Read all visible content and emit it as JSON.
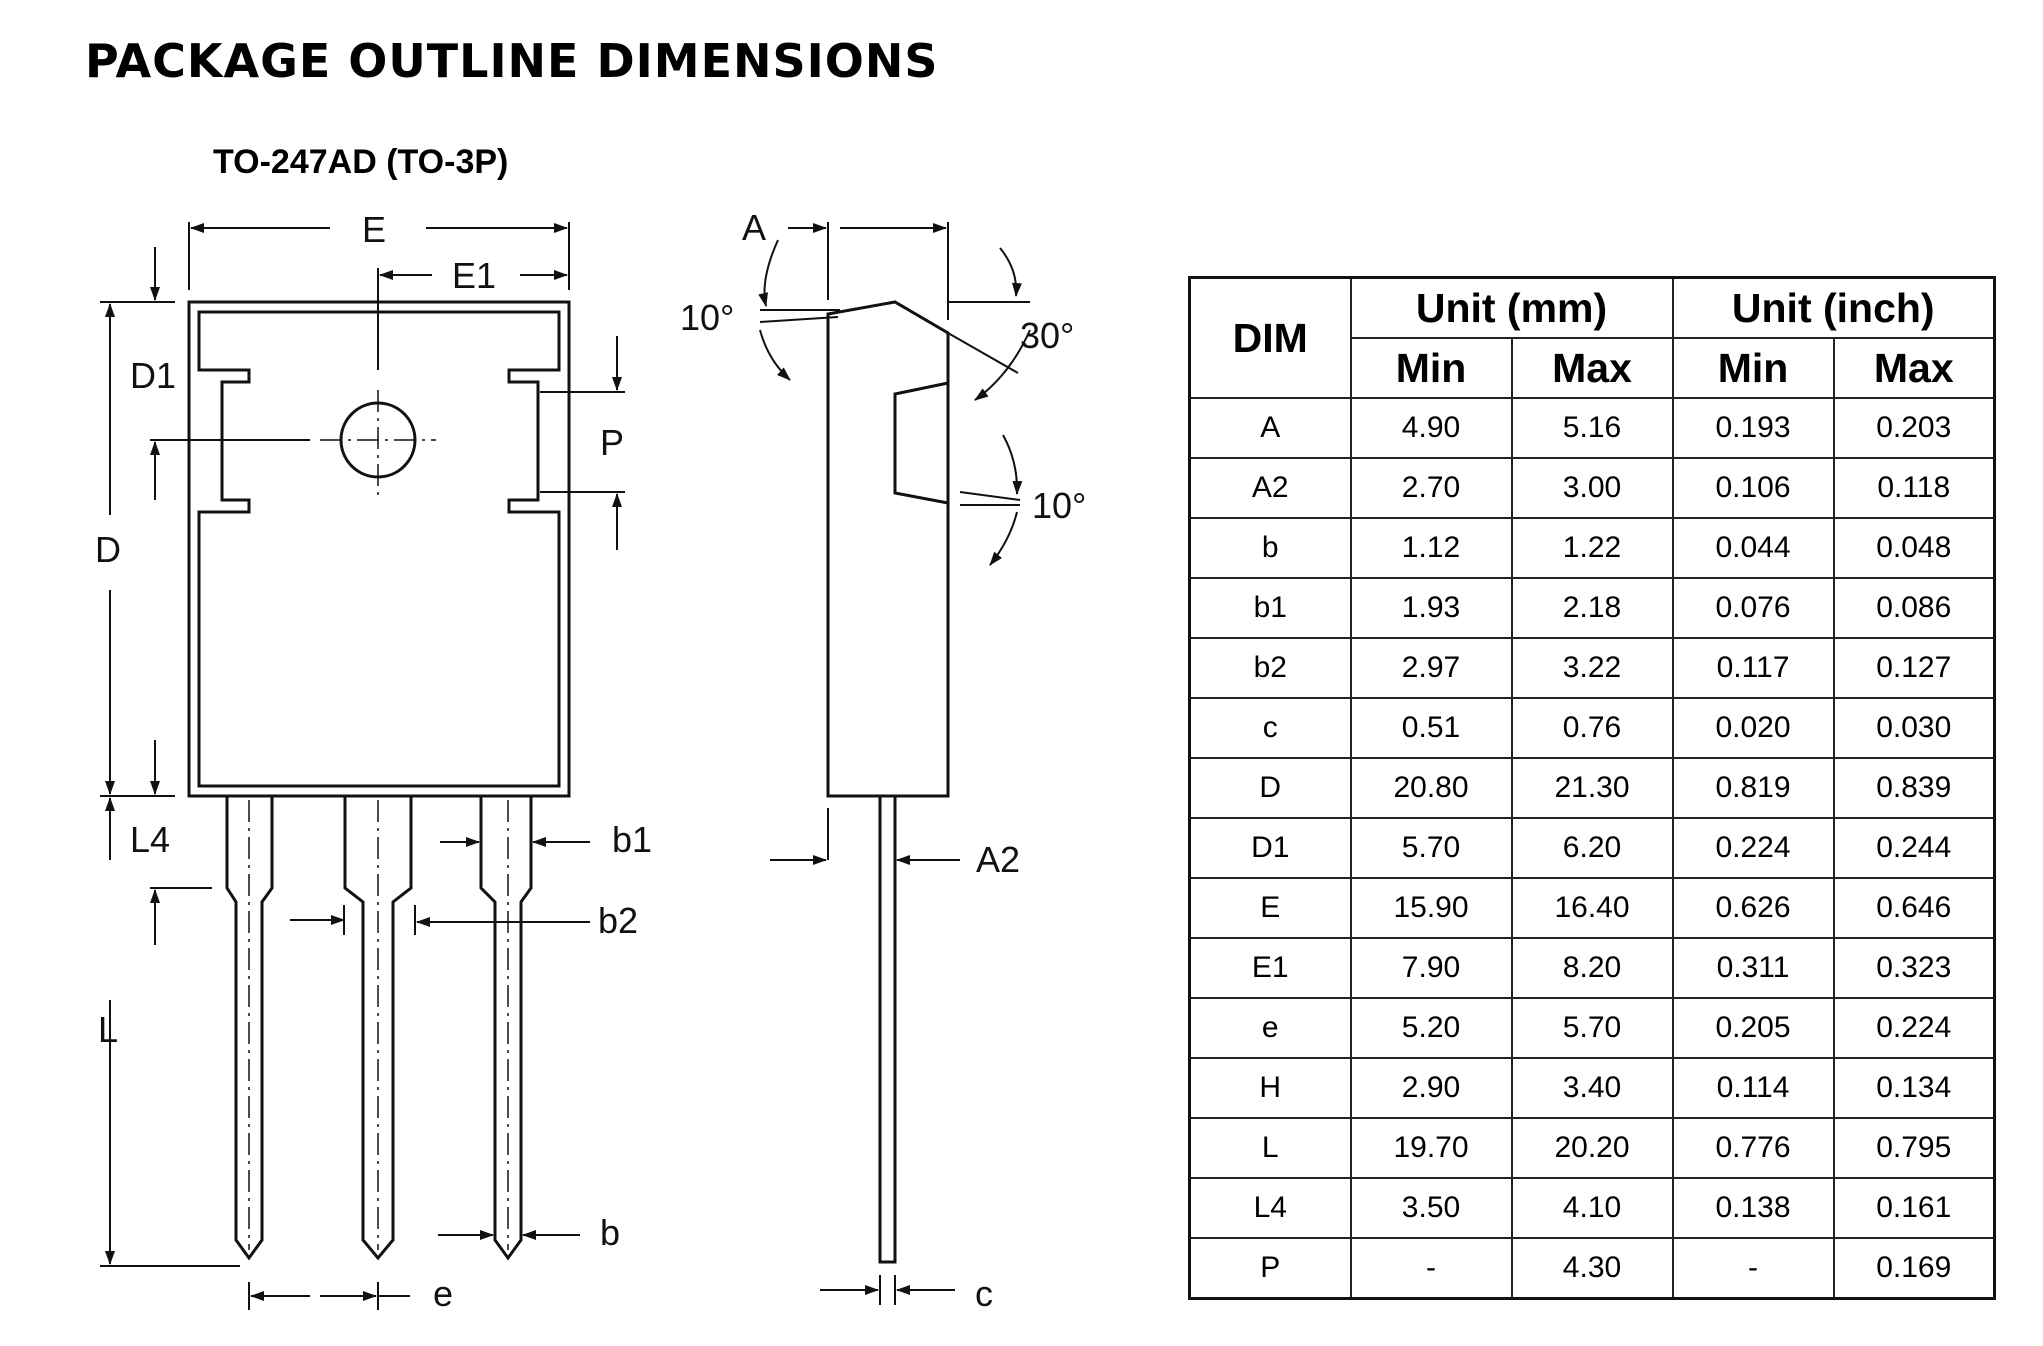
{
  "title": "PACKAGE OUTLINE DIMENSIONS",
  "package": "TO-247AD (TO-3P)",
  "drawing": {
    "front_labels": {
      "E": "E",
      "E1": "E1",
      "D1": "D1",
      "D": "D",
      "P": "P",
      "L4": "L4",
      "L": "L",
      "b1": "b1",
      "b2": "b2",
      "b": "b",
      "e": "e"
    },
    "side_labels": {
      "A": "A",
      "angle_top_left": "10°",
      "angle_top_right": "30°",
      "angle_mid": "10°",
      "A2": "A2",
      "c": "c"
    }
  },
  "table": {
    "header_dim": "DIM",
    "header_mm": "Unit (mm)",
    "header_inch": "Unit (inch)",
    "sub_headers": [
      "Min",
      "Max",
      "Min",
      "Max"
    ],
    "rows": [
      [
        "A",
        "4.90",
        "5.16",
        "0.193",
        "0.203"
      ],
      [
        "A2",
        "2.70",
        "3.00",
        "0.106",
        "0.118"
      ],
      [
        "b",
        "1.12",
        "1.22",
        "0.044",
        "0.048"
      ],
      [
        "b1",
        "1.93",
        "2.18",
        "0.076",
        "0.086"
      ],
      [
        "b2",
        "2.97",
        "3.22",
        "0.117",
        "0.127"
      ],
      [
        "c",
        "0.51",
        "0.76",
        "0.020",
        "0.030"
      ],
      [
        "D",
        "20.80",
        "21.30",
        "0.819",
        "0.839"
      ],
      [
        "D1",
        "5.70",
        "6.20",
        "0.224",
        "0.244"
      ],
      [
        "E",
        "15.90",
        "16.40",
        "0.626",
        "0.646"
      ],
      [
        "E1",
        "7.90",
        "8.20",
        "0.311",
        "0.323"
      ],
      [
        "e",
        "5.20",
        "5.70",
        "0.205",
        "0.224"
      ],
      [
        "H",
        "2.90",
        "3.40",
        "0.114",
        "0.134"
      ],
      [
        "L",
        "19.70",
        "20.20",
        "0.776",
        "0.795"
      ],
      [
        "L4",
        "3.50",
        "4.10",
        "0.138",
        "0.161"
      ],
      [
        "P",
        "-",
        "4.30",
        "-",
        "0.169"
      ]
    ]
  }
}
